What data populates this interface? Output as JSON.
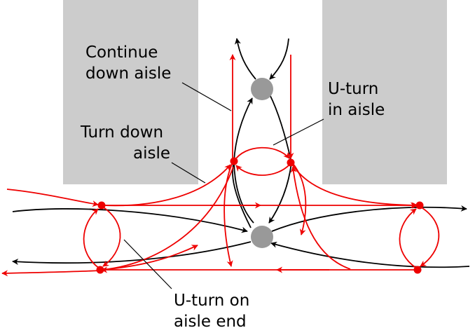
{
  "labels": {
    "continue_down_aisle": [
      "Continue",
      "down aisle"
    ],
    "u_turn_in_aisle": [
      "U-turn",
      "in aisle"
    ],
    "turn_down_aisle": [
      "Turn down",
      "aisle"
    ],
    "u_turn_on_aisle_end": [
      "U-turn on",
      "aisle end"
    ]
  },
  "colors": {
    "shelf": "#cccccc",
    "black_path": "#000000",
    "red_path": "#ee0000",
    "gray_node": "#999999",
    "red_node": "#ee0000"
  }
}
